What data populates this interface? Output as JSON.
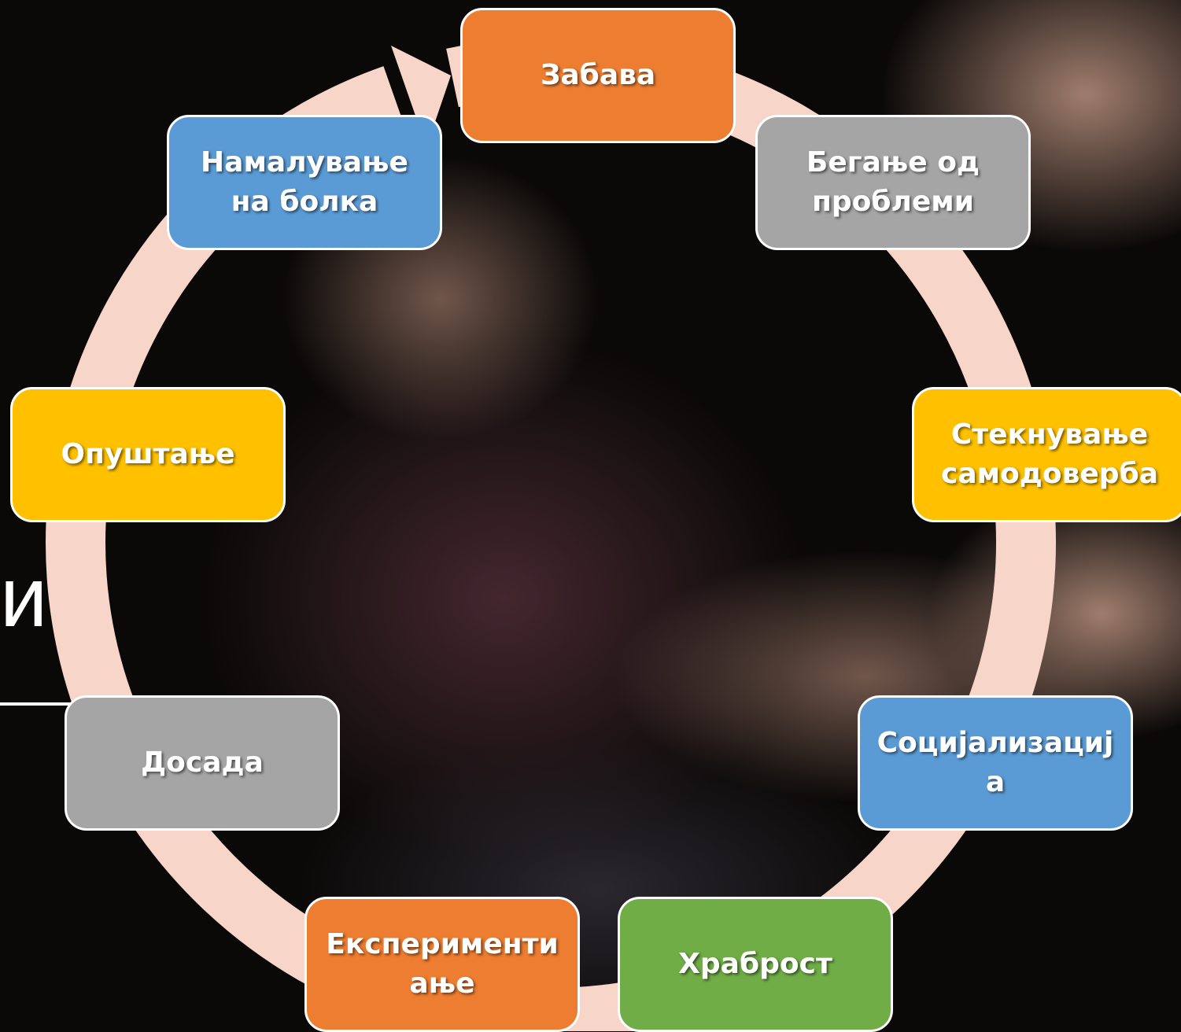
{
  "title_fragment": "и?",
  "colors": {
    "orange": "#ED7D31",
    "gray": "#A5A5A5",
    "yellow": "#FFC000",
    "blue": "#5B9BD5",
    "green": "#70AD47",
    "ring": "#F8D5C9"
  },
  "cycle": {
    "nodes": [
      {
        "id": "zabava",
        "lines": [
          "Забава"
        ],
        "color": "orange"
      },
      {
        "id": "beganje",
        "lines": [
          "Бегање од",
          "проблеми"
        ],
        "color": "gray"
      },
      {
        "id": "steknuvanje",
        "lines": [
          "Стекнување",
          "самодоверба"
        ],
        "color": "yellow"
      },
      {
        "id": "socijalizacija",
        "lines": [
          "Социјализациј",
          "а"
        ],
        "color": "blue"
      },
      {
        "id": "hrabrost",
        "lines": [
          "Храброст"
        ],
        "color": "green"
      },
      {
        "id": "eksperimentiranje",
        "lines": [
          "Експерименти",
          "ање"
        ],
        "color": "orange"
      },
      {
        "id": "dosada",
        "lines": [
          "Досада"
        ],
        "color": "gray"
      },
      {
        "id": "opustanje",
        "lines": [
          "Опуштање"
        ],
        "color": "yellow"
      },
      {
        "id": "namaluvanje",
        "lines": [
          "Намалување",
          "на болка"
        ],
        "color": "blue"
      }
    ]
  }
}
